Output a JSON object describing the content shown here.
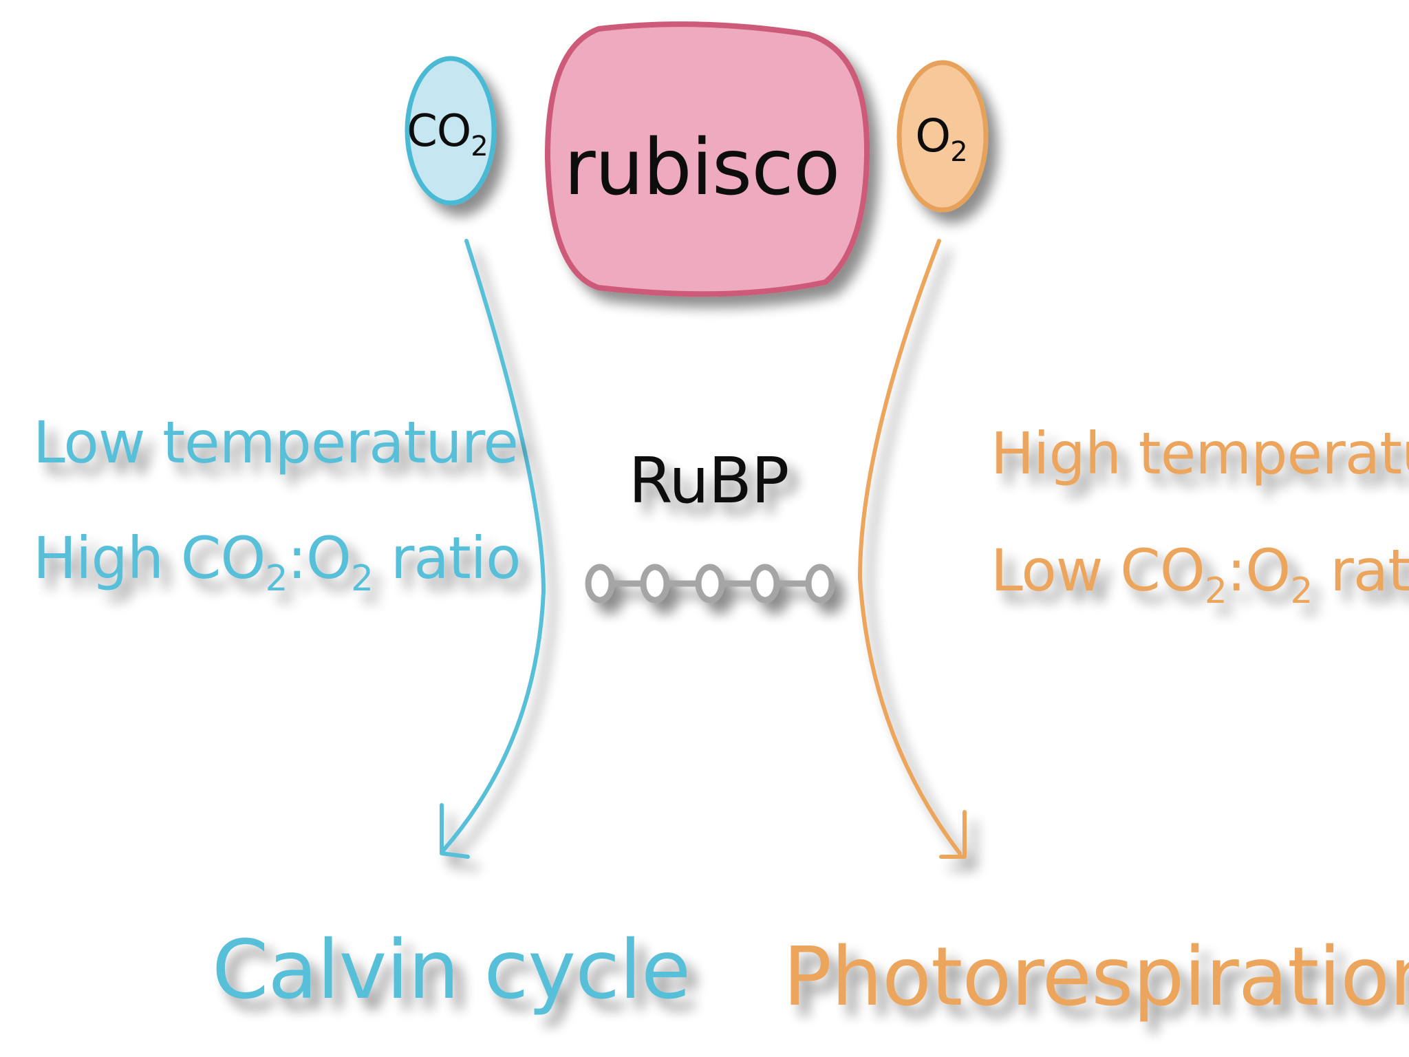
{
  "enzyme": {
    "label": "rubisco",
    "fill": "#eeaabf",
    "stroke": "#cd5a78"
  },
  "co2": {
    "base": "CO",
    "sub": "2",
    "fill": "#c6e7f2",
    "stroke": "#48b9d4"
  },
  "o2": {
    "base": "O",
    "sub": "2",
    "fill": "#f7c99a",
    "stroke": "#e6a15a"
  },
  "substrate": {
    "label": "RuBP",
    "chain_color": "#a5a5a5",
    "carbons": 5
  },
  "left_conditions": {
    "line1": "Low temperature",
    "line2_a": "High CO",
    "line2_sub1": "2",
    "line2_b": ":O",
    "line2_sub2": "2",
    "line2_c": " ratio",
    "color": "#58bfd9"
  },
  "right_conditions": {
    "line1": "High temperature",
    "line2_a": "Low CO",
    "line2_sub1": "2",
    "line2_b": ":O",
    "line2_sub2": "2",
    "line2_c": " ratio",
    "color": "#eca55c"
  },
  "outcomes": {
    "left": "Calvin cycle",
    "right": "Photorespiration"
  },
  "colors": {
    "blue": "#58bfd9",
    "orange": "#eca55c",
    "ink": "#111111"
  }
}
